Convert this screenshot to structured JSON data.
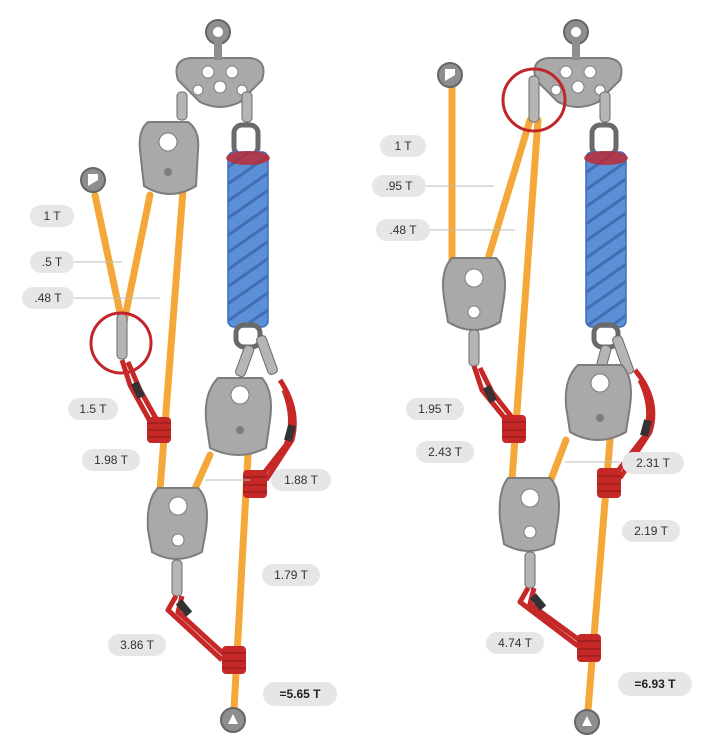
{
  "colors": {
    "rope": "#f5a83a",
    "rope_edge": "#e08f1f",
    "pulley": "#a9a9a9",
    "pulley_edge": "#7d7d7d",
    "hitch": "#c62828",
    "sling_blue": "#5b8fd6",
    "pill": "#e6e6e6",
    "highlight_ring": "#c0262b",
    "guide_line": "#bbbbbb"
  },
  "left_system": {
    "labels": {
      "anchor_1t": "1 T",
      "leg_05t": ".5 T",
      "leg_048t": ".48 T",
      "strand_15t": "1.5 T",
      "strand_198t": "1.98 T",
      "strand_188t": "1.88 T",
      "strand_179t": "1.79 T",
      "strand_386t": "3.86 T",
      "total": "=5.65 T"
    }
  },
  "right_system": {
    "labels": {
      "anchor_1t": "1 T",
      "leg_095t": ".95 T",
      "leg_048t": ".48 T",
      "strand_195t": "1.95 T",
      "strand_243t": "2.43 T",
      "strand_231t": "2.31 T",
      "strand_219t": "2.19 T",
      "strand_474t": "4.74 T",
      "total": "=6.93 T"
    }
  }
}
